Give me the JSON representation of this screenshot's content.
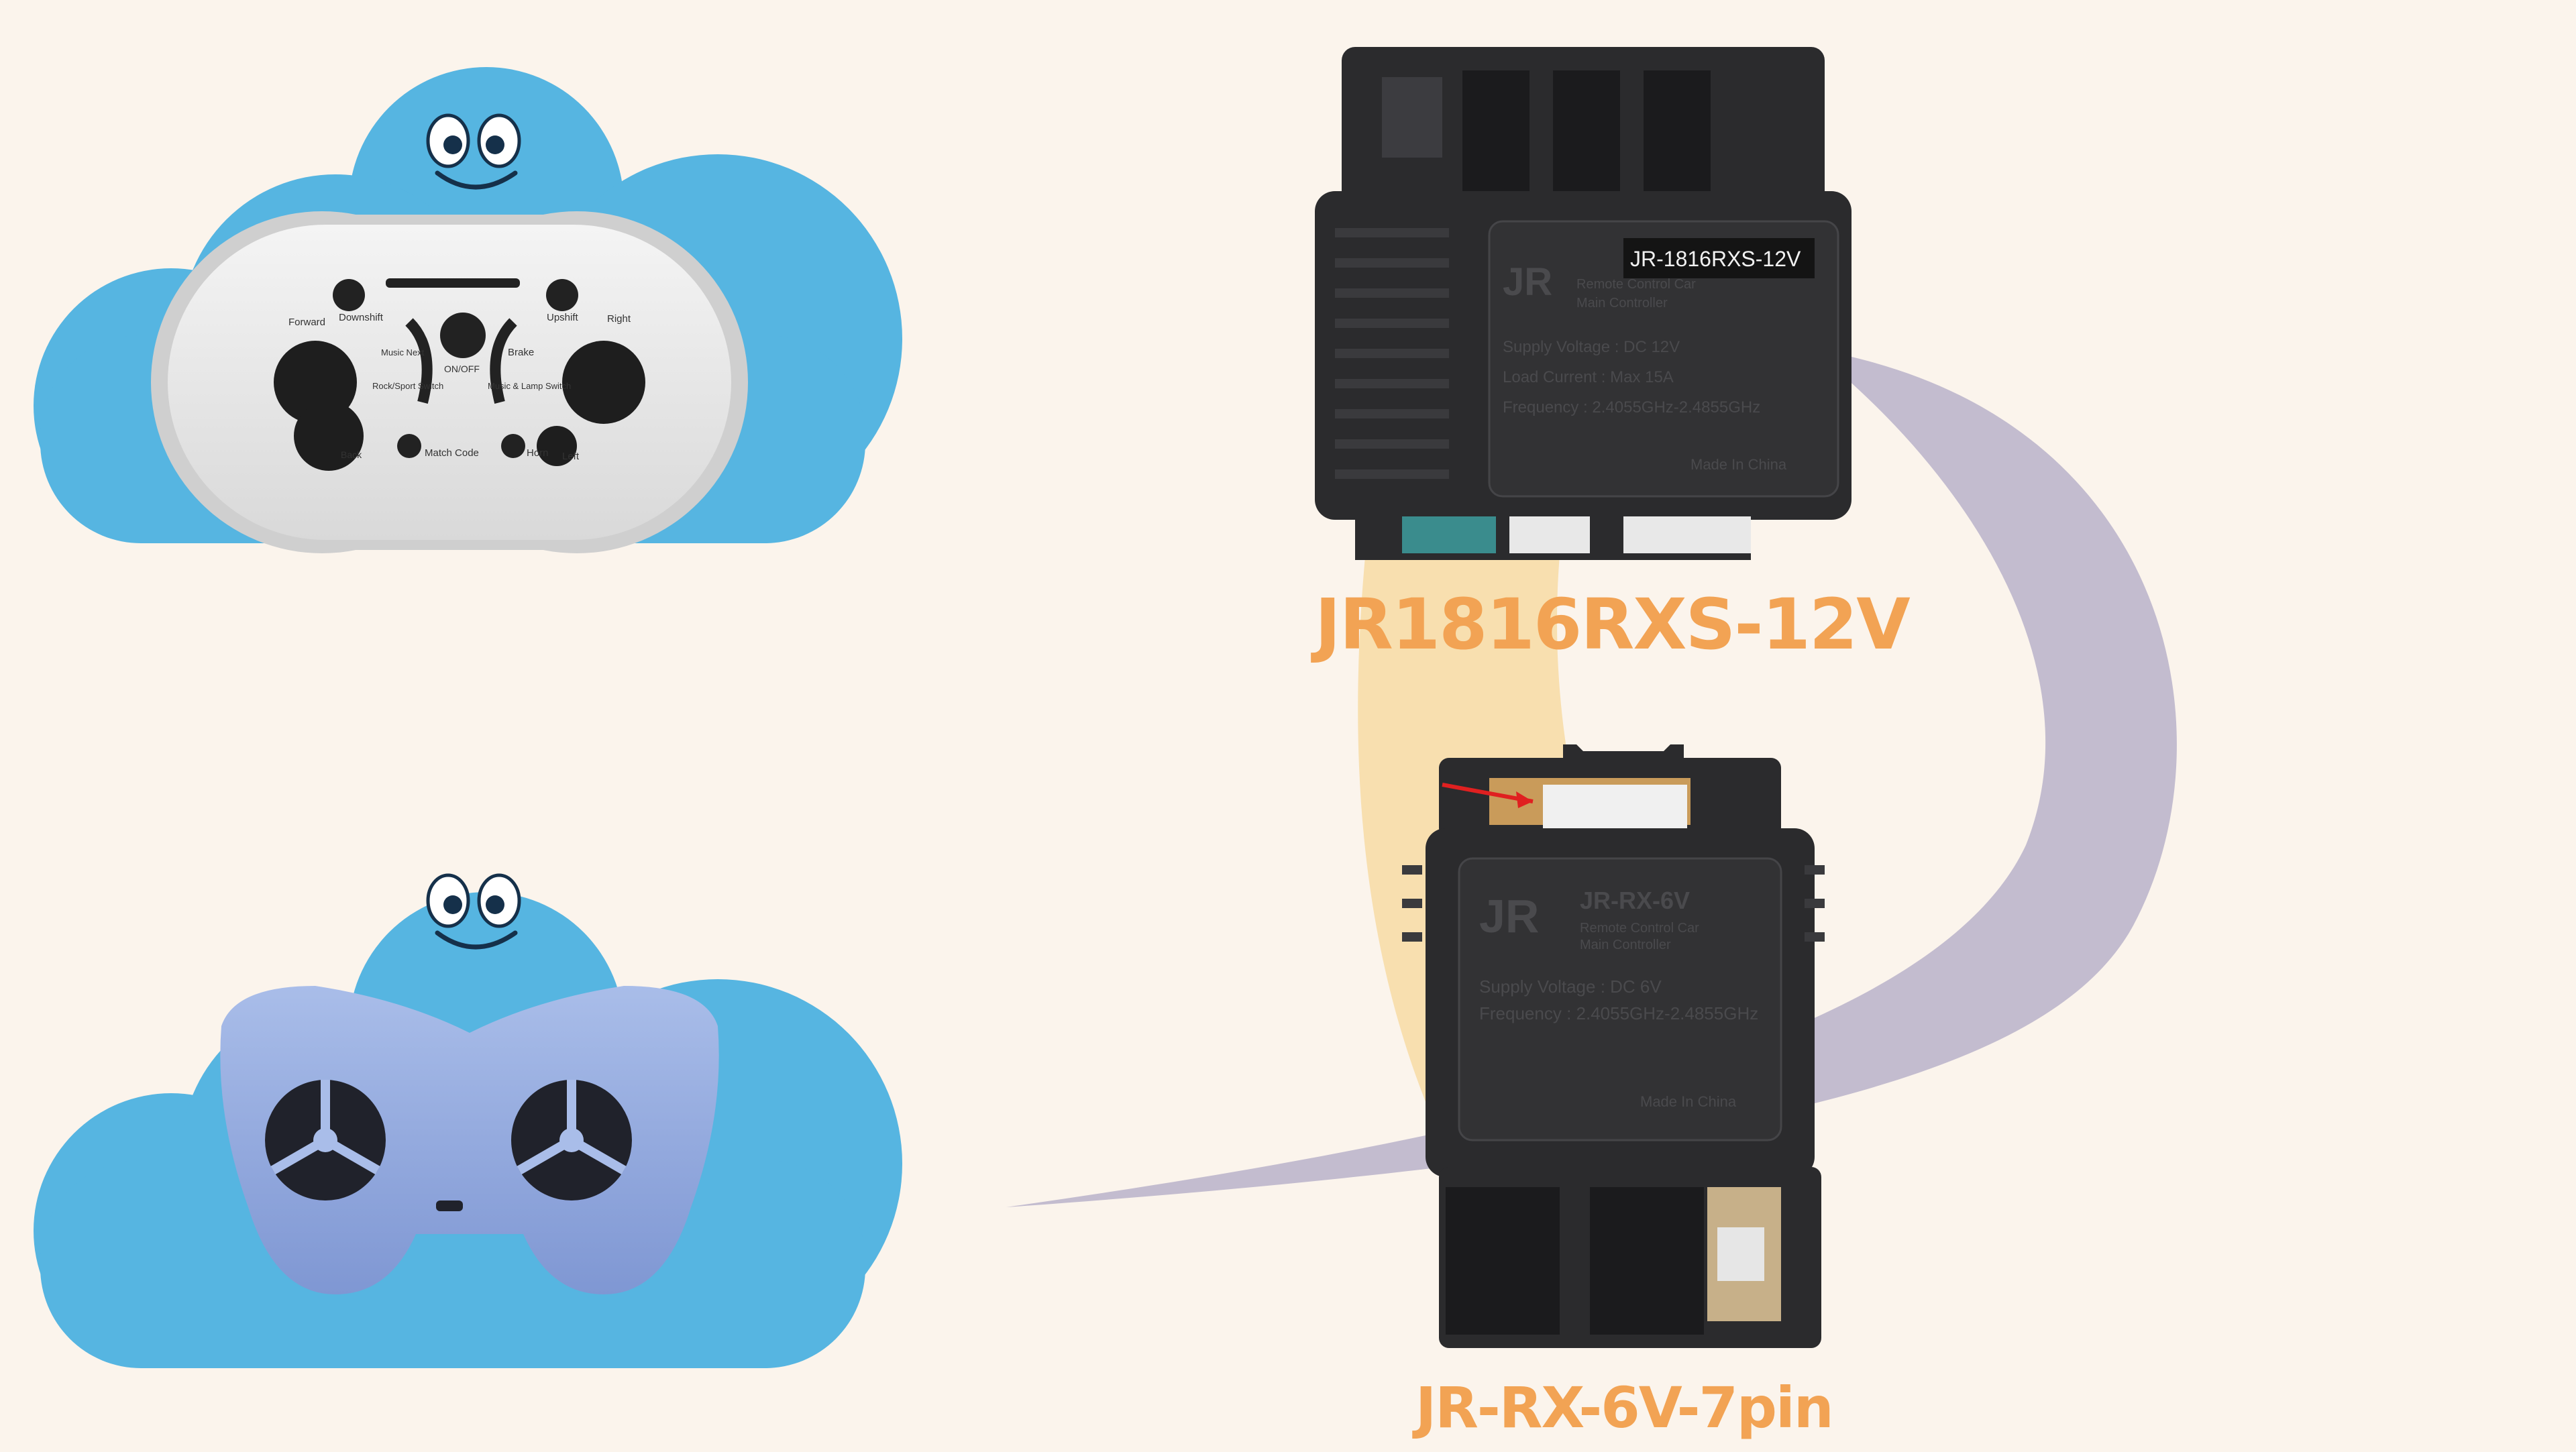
{
  "products": [
    {
      "model_label": "JR1816RXS-12V",
      "module_badge": "JR-1816RXS-12V",
      "logo": "JR",
      "spec_lines": [
        "Remote Control Car",
        "Main Controller",
        "Supply Voltage : DC 12V",
        "Load Current : Max 15A",
        "Frequency : 2.4055GHz-2.4855GHz"
      ],
      "made_in": "Made In China"
    },
    {
      "model_label": "JR-RX-6V-7pin",
      "module_badge": "JR-RX-6V",
      "logo": "JR",
      "spec_lines": [
        "Remote Control Car",
        "Main Controller",
        "Supply Voltage : DC 6V",
        "Frequency : 2.4055GHz-2.4855GHz"
      ],
      "made_in": "Made In China"
    }
  ],
  "remote_1": {
    "labels": [
      "Forward",
      "Downshift",
      "Upshift",
      "Right",
      "Music Next",
      "ON/OFF",
      "Brake",
      "Rock/Sport Switch",
      "Music & Lamp Switch",
      "Back",
      "Match Code",
      "Horn",
      "Left"
    ]
  },
  "colors": {
    "background": "#fbf4ec",
    "cloud": "#56b5e1",
    "label": "#f2a354",
    "module": "#2b2b2d",
    "swoosh_purple": "#bcb6cc",
    "swoosh_yellow": "#f7dda8"
  }
}
